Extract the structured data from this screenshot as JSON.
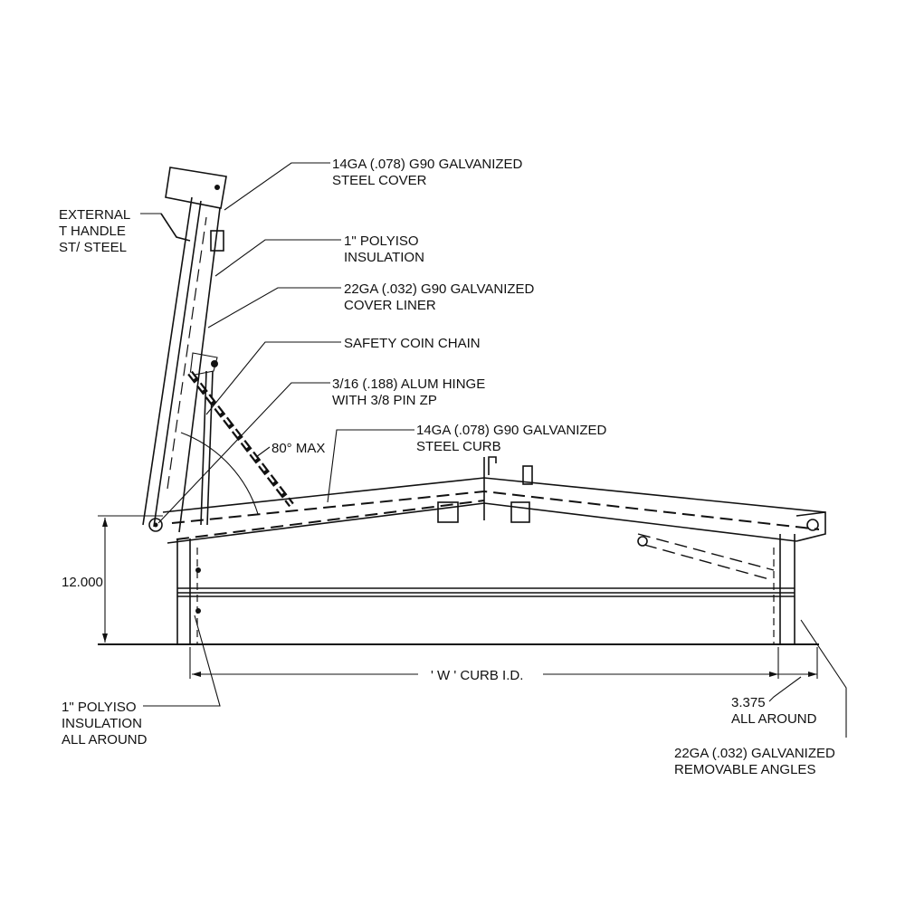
{
  "callouts": {
    "steel_cover": [
      "14GA (.078) G90 GALVANIZED",
      "STEEL COVER"
    ],
    "t_handle": [
      "EXTERNAL",
      "T HANDLE",
      "ST/ STEEL"
    ],
    "cover_insulation": [
      "1\" POLYISO",
      "INSULATION"
    ],
    "cover_liner": [
      "22GA (.032) G90 GALVANIZED",
      "COVER LINER"
    ],
    "chain": [
      "SAFETY  COIN CHAIN"
    ],
    "hinge": [
      "3/16 (.188) ALUM HINGE",
      "WITH 3/8  PIN ZP"
    ],
    "steel_curb": [
      "14GA (.078) G90 GALVANIZED",
      "STEEL CURB"
    ],
    "angle": [
      "80°  MAX"
    ],
    "curb_insulation": [
      "1\" POLYISO",
      "INSULATION",
      "ALL AROUND"
    ],
    "flange": [
      "3.375",
      "ALL AROUND"
    ],
    "angles": [
      "22GA (.032) GALVANIZED",
      "REMOVABLE ANGLES"
    ]
  },
  "dimensions": {
    "height": "12.000",
    "width": "' W ' CURB I.D."
  },
  "colors": {
    "ink": "#111111",
    "background": "#ffffff"
  }
}
